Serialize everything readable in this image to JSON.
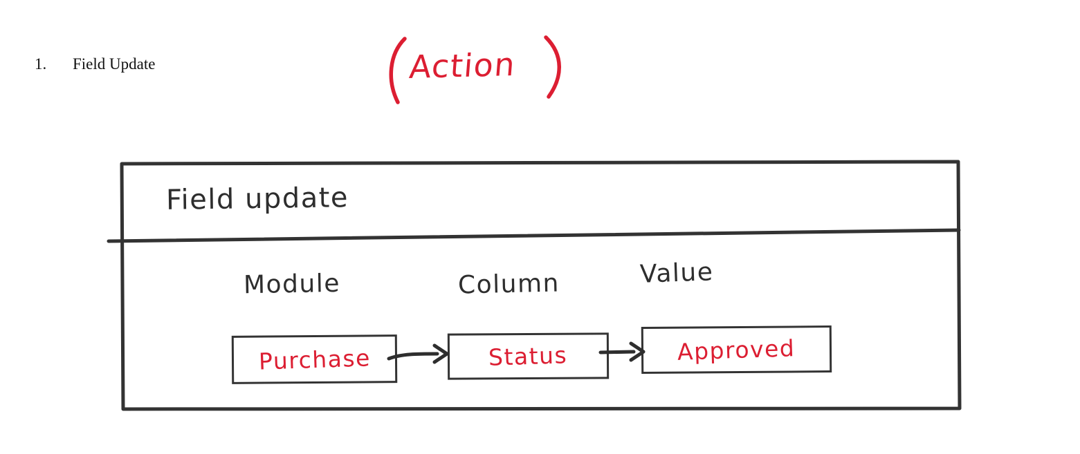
{
  "page": {
    "background_color": "#ffffff",
    "ink_dark_color": "#2E2E2E",
    "ink_red_color": "#DC1E32",
    "border_color": "#333333"
  },
  "list_item": {
    "marker": "1.",
    "label": "Field Update"
  },
  "annotation": {
    "open_paren": "(",
    "text": "Action",
    "close_paren": ")",
    "color": "#DC1E32"
  },
  "panel": {
    "title": "Field update",
    "headers": [
      {
        "name": "module",
        "label": "Module"
      },
      {
        "name": "column",
        "label": "Column"
      },
      {
        "name": "value",
        "label": "Value"
      }
    ],
    "boxes": [
      {
        "name": "module",
        "label": "Purchase",
        "color": "#DC1E32"
      },
      {
        "name": "column",
        "label": "Status",
        "color": "#DC1E32"
      },
      {
        "name": "value",
        "label": "Approved",
        "color": "#DC1E32"
      }
    ],
    "flow": "Purchase -> Status -> Approved"
  }
}
